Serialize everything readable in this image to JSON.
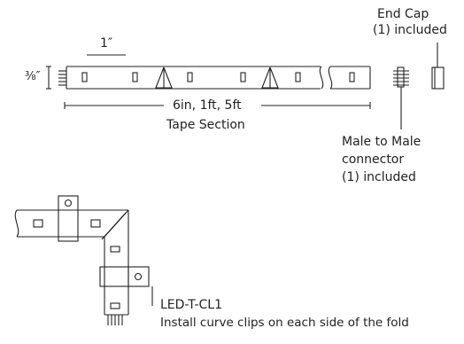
{
  "labels": {
    "inch": "1″",
    "width": "⅜″",
    "lengths": "6in, 1ft, 5ft",
    "tape_section": "Tape Section",
    "end_cap_title": "End Cap",
    "end_cap_included": "(1) included",
    "connector_line1": "Male to Male",
    "connector_line2": "connector",
    "connector_included": "(1) included",
    "clip_part": "LED-T-CL1",
    "clip_instruction": "Install curve clips on each side of the fold"
  },
  "colors": {
    "line": "#222222",
    "background": "#ffffff"
  }
}
